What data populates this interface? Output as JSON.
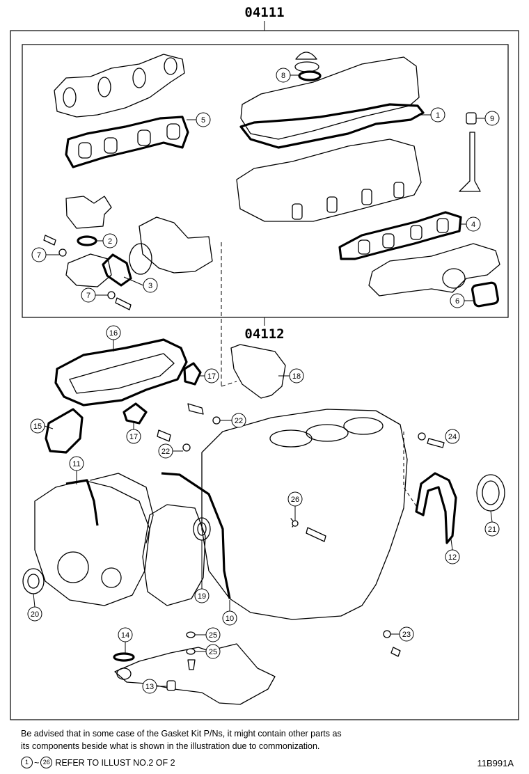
{
  "groups": {
    "upper": "04111",
    "lower": "04112"
  },
  "callouts": [
    "1",
    "2",
    "3",
    "4",
    "5",
    "6",
    "7",
    "7",
    "8",
    "9",
    "10",
    "11",
    "12",
    "13",
    "14",
    "15",
    "16",
    "17",
    "17",
    "18",
    "19",
    "20",
    "21",
    "22",
    "22",
    "23",
    "24",
    "25",
    "25",
    "26"
  ],
  "note": {
    "line1": "Be advised that in some case of the Gasket Kit P/Ns,  it might contain other parts as",
    "line2": "its components beside what is shown in the illustration due to commonization.",
    "ref_from": "1",
    "ref_tilde": "~",
    "ref_to": "26",
    "ref_text": "REFER TO ILLUST NO.2 OF 2"
  },
  "figure_code": "11B991A"
}
